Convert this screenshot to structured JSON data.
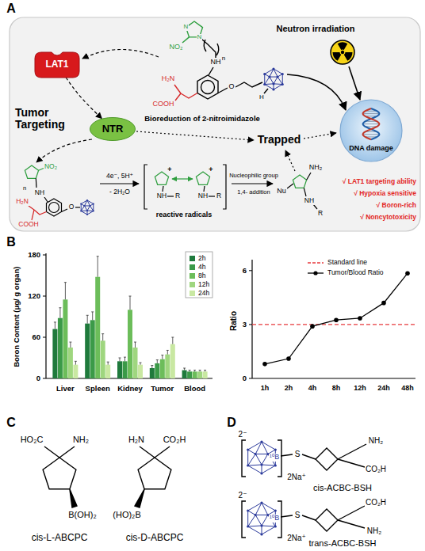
{
  "diagram": {
    "nodes": [
      {
        "text": [
          "LAT1"
        ]
      },
      {
        "text": [
          "NTR"
        ]
      },
      {
        "text": [
          "DNA damage"
        ]
      }
    ],
    "edges": [
      {
        "from": 0,
        "to": 1,
        "arrow": "to"
      }
    ],
    "labels": [
      "A",
      "B",
      "C",
      "D",
      "Tumor Targeting",
      "Neutron irradiation",
      "Bioreduction of 2-nitroimidazole",
      "Trapped",
      "NO₂",
      "N",
      "N",
      "n",
      "NH",
      "H₂N",
      "COOH",
      "O",
      "H",
      "NO₂",
      "n",
      "NH",
      "H₂N",
      "COOH",
      "O",
      "4e⁻, 5H⁺",
      "- 2H₂O",
      "+",
      "NH",
      "R",
      "+",
      "NH",
      "R",
      "reactive radicals",
      "Nucleophilic group",
      "1,4- addition",
      "Nu",
      "NH₂",
      "NH",
      "R",
      "√ LAT1 targeting ability",
      "√ Hypoxia sensitive",
      "√ Boron-rich",
      "√ Noncytotoxicity",
      "Boron Content (μg/ g organ)",
      "0",
      "60",
      "120",
      "180",
      "Liver",
      "Spleen",
      "Kidney",
      "Tumor",
      "Blood",
      "Ratio",
      "0",
      "3",
      "6",
      "1h",
      "2h",
      "4h",
      "8h",
      "12h",
      "24h",
      "48h",
      "HO₂C",
      "NH₂",
      "B(OH)₂",
      "cis-L-ABCPC",
      "H₂N",
      "CO₂H",
      "(HO)₂B",
      "cis-D-ABCPC",
      "2⁻",
      "¹⁰B",
      "S",
      "NH₂",
      "CO₂H",
      "2Na⁺",
      "cis-ACBC-BSH",
      "2⁻",
      "¹⁰B",
      "S",
      "CO₂H",
      "NH₂",
      "2Na⁺",
      "trans-ACBC-BSH"
    ],
    "legend": [
      {
        "text": "2h",
        "color": "#1f7a3c"
      },
      {
        "text": "4h",
        "color": "#3b9a48"
      },
      {
        "text": "8h",
        "color": "#6cbd5a"
      },
      {
        "text": "12h",
        "color": "#9fd67f"
      },
      {
        "text": "24h",
        "color": "#c9e8a2"
      },
      {
        "text": "Standard line"
      },
      {
        "text": "Tumor/Blood Ratio"
      }
    ]
  }
}
